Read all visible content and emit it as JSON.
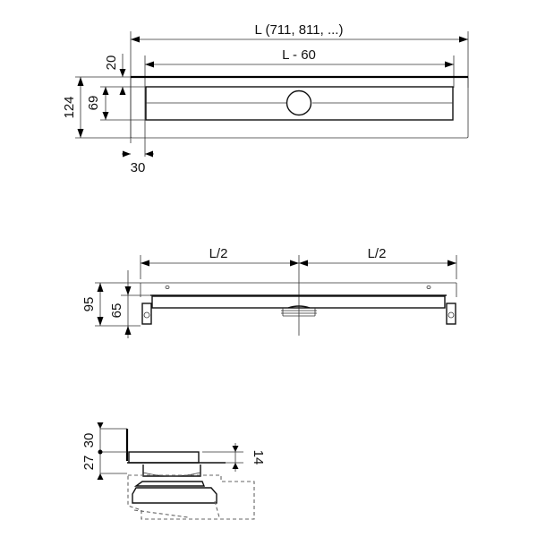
{
  "top_view": {
    "dim_overall_length": "L (711, 811, ...)",
    "dim_inner_length": "L - 60",
    "dim_top_offset": "20",
    "dim_overall_width": "124",
    "dim_channel_width": "69",
    "dim_side_offset": "30"
  },
  "side_view": {
    "dim_left_half": "L/2",
    "dim_right_half": "L/2",
    "dim_total_height": "95",
    "dim_channel_height": "65"
  },
  "section_view": {
    "dim_upper_height": "30",
    "dim_lower_height": "27",
    "dim_flange": "14"
  },
  "colors": {
    "line": "#000000",
    "background": "#ffffff",
    "hidden_line": "#666666"
  }
}
